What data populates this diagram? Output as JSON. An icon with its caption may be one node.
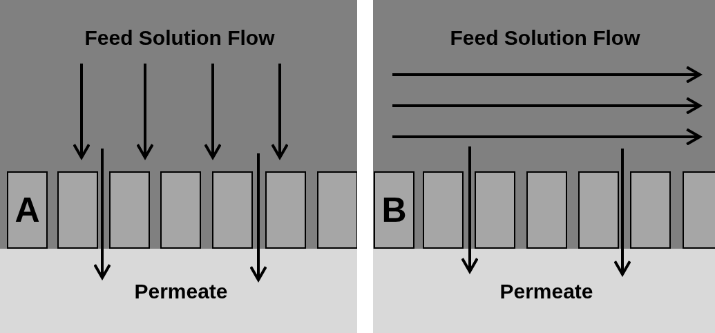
{
  "diagram": {
    "nodes": [
      {
        "text": [
          "A"
        ]
      },
      {
        "text": [],
        "shape": "box"
      },
      {
        "text": [],
        "shape": "box"
      },
      {
        "text": [],
        "shape": "box"
      },
      {
        "text": [],
        "shape": "box"
      },
      {
        "text": [],
        "shape": "box"
      },
      {
        "text": [],
        "shape": "box"
      },
      {
        "text": [
          "B"
        ]
      },
      {
        "text": [],
        "shape": "box"
      },
      {
        "text": [],
        "shape": "box"
      },
      {
        "text": [],
        "shape": "box"
      },
      {
        "text": [],
        "shape": "box"
      },
      {
        "text": [],
        "shape": "box"
      },
      {
        "text": [],
        "shape": "box"
      }
    ],
    "labels": [
      "Feed Solution Flow",
      "Feed Solution Flow",
      "Permeate",
      "Permeate"
    ]
  }
}
